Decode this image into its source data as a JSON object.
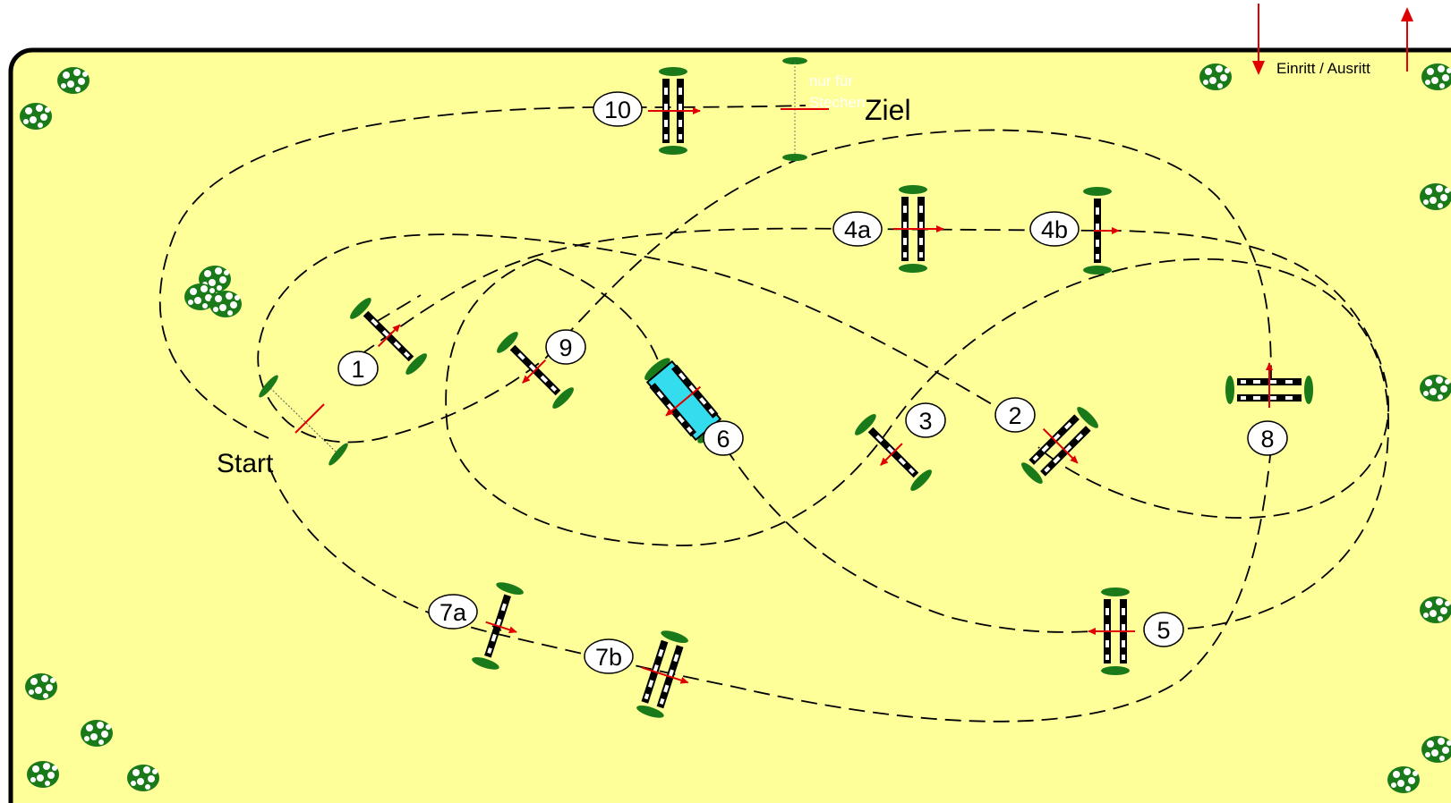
{
  "arena": {
    "fill": "#ffff99",
    "border": "#000000",
    "entrance_label": "Einritt / Ausritt",
    "start_label": "Start",
    "finish_label": "Ziel",
    "jumpoff_note_line1": "nur für",
    "jumpoff_note_line2": "Stechen"
  },
  "colors": {
    "path": "#000000",
    "arrow": "#e00000",
    "plant": "#1a7a1a",
    "water": "#33ddee",
    "number_bg": "#ffffff"
  },
  "obstacles": [
    {
      "id": "1",
      "label": "1",
      "type": "vertical"
    },
    {
      "id": "2",
      "label": "2",
      "type": "oxer"
    },
    {
      "id": "3",
      "label": "3",
      "type": "vertical"
    },
    {
      "id": "4a",
      "label": "4a",
      "type": "oxer"
    },
    {
      "id": "4b",
      "label": "4b",
      "type": "vertical"
    },
    {
      "id": "5",
      "label": "5",
      "type": "oxer"
    },
    {
      "id": "6",
      "label": "6",
      "type": "water-oxer"
    },
    {
      "id": "7a",
      "label": "7a",
      "type": "vertical"
    },
    {
      "id": "7b",
      "label": "7b",
      "type": "oxer"
    },
    {
      "id": "8",
      "label": "8",
      "type": "oxer"
    },
    {
      "id": "9",
      "label": "9",
      "type": "vertical"
    },
    {
      "id": "10",
      "label": "10",
      "type": "oxer"
    }
  ],
  "decorations": {
    "icon": "flower-bush-icon"
  }
}
